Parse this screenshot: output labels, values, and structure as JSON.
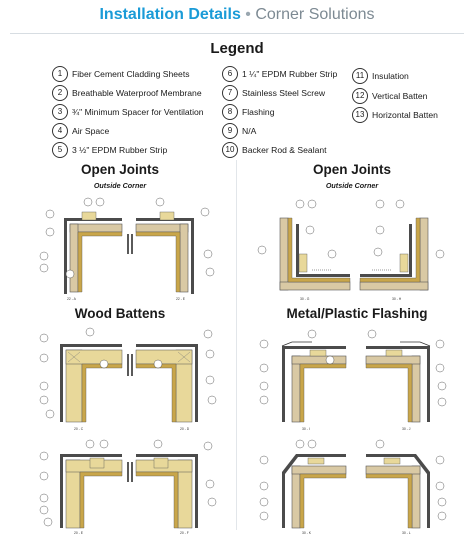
{
  "header": {
    "title_main": "Installation Details",
    "title_sep": " • ",
    "title_sub": "Corner Solutions"
  },
  "legend": {
    "title": "Legend",
    "items": [
      {
        "num": "1",
        "label": "Fiber Cement Cladding Sheets"
      },
      {
        "num": "2",
        "label": "Breathable Waterproof Membrane"
      },
      {
        "num": "3",
        "label": "¾\" Minimum Spacer for Ventilation"
      },
      {
        "num": "4",
        "label": "Air Space"
      },
      {
        "num": "5",
        "label": "3 ½\" EPDM Rubber Strip"
      },
      {
        "num": "6",
        "label": "1 ¼\" EPDM Rubber Strip"
      },
      {
        "num": "7",
        "label": "Stainless Steel Screw"
      },
      {
        "num": "8",
        "label": "Flashing"
      },
      {
        "num": "9",
        "label": "N/A"
      },
      {
        "num": "10",
        "label": "Backer Rod & Sealant"
      },
      {
        "num": "11",
        "label": "Insulation"
      },
      {
        "num": "12",
        "label": "Vertical Batten"
      },
      {
        "num": "13",
        "label": "Horizontal Batten"
      }
    ]
  },
  "sections": {
    "open_joints_left": {
      "title": "Open Joints",
      "subtitle": "Outside Corner"
    },
    "open_joints_right": {
      "title": "Open Joints",
      "subtitle": "Outside Corner"
    },
    "wood_battens": {
      "title": "Wood Battens"
    },
    "metal_flashing": {
      "title": "Metal/Plastic Flashing"
    }
  },
  "panels": {
    "p1": {
      "caption_left": "22 - A",
      "caption_right": "22 - E"
    },
    "p2": {
      "caption_left": "30 - G",
      "caption_right": "30 - H"
    },
    "p3": {
      "caption_left": "20 - C",
      "caption_right": "20 - D"
    },
    "p4": {
      "caption_left": "30 - I",
      "caption_right": "30 - J"
    },
    "p5": {
      "caption_left": "20 - E",
      "caption_right": "20 - F"
    },
    "p6": {
      "caption_left": "30 - K",
      "caption_right": "30 - L"
    }
  },
  "colors": {
    "accent": "#1a9bd7",
    "wall": "#d9c9a4",
    "insulation": "#e8d89a",
    "cladding": "#4b4b4b",
    "membrane": "#c9a64a"
  }
}
